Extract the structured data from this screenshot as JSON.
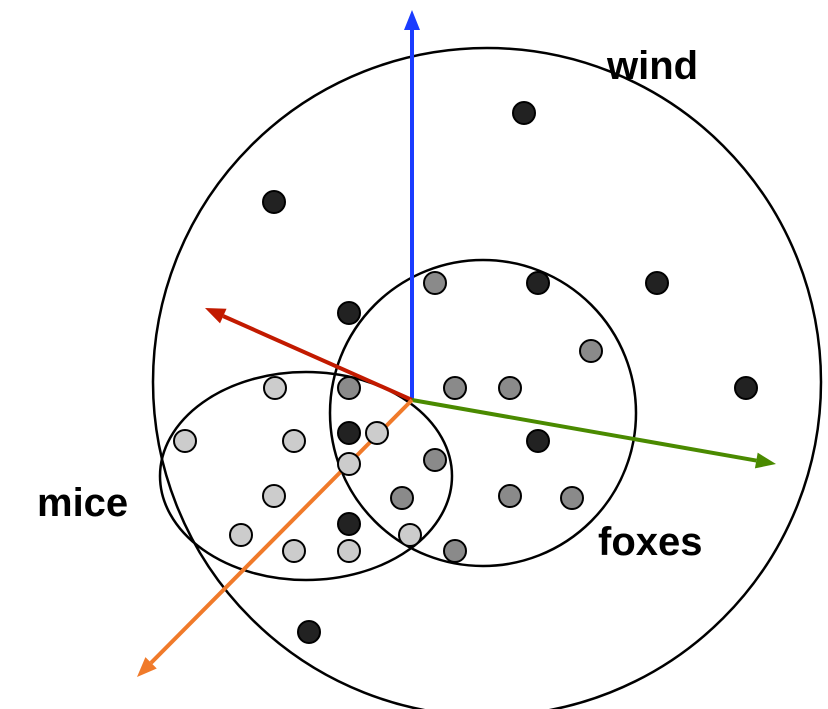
{
  "labels": {
    "wind": "wind",
    "foxes": "foxes",
    "mice": "mice"
  },
  "colors": {
    "axis_up": "#1a3cff",
    "axis_red": "#c21a00",
    "axis_green": "#4a8a00",
    "axis_orange": "#f07a2a",
    "dot_dark": "#222222",
    "dot_medium": "#8a8a8a",
    "dot_light": "#cccccc",
    "outline": "#000000"
  },
  "legend_of_shades": {
    "dark": "wind",
    "medium": "foxes",
    "light": "mice"
  }
}
